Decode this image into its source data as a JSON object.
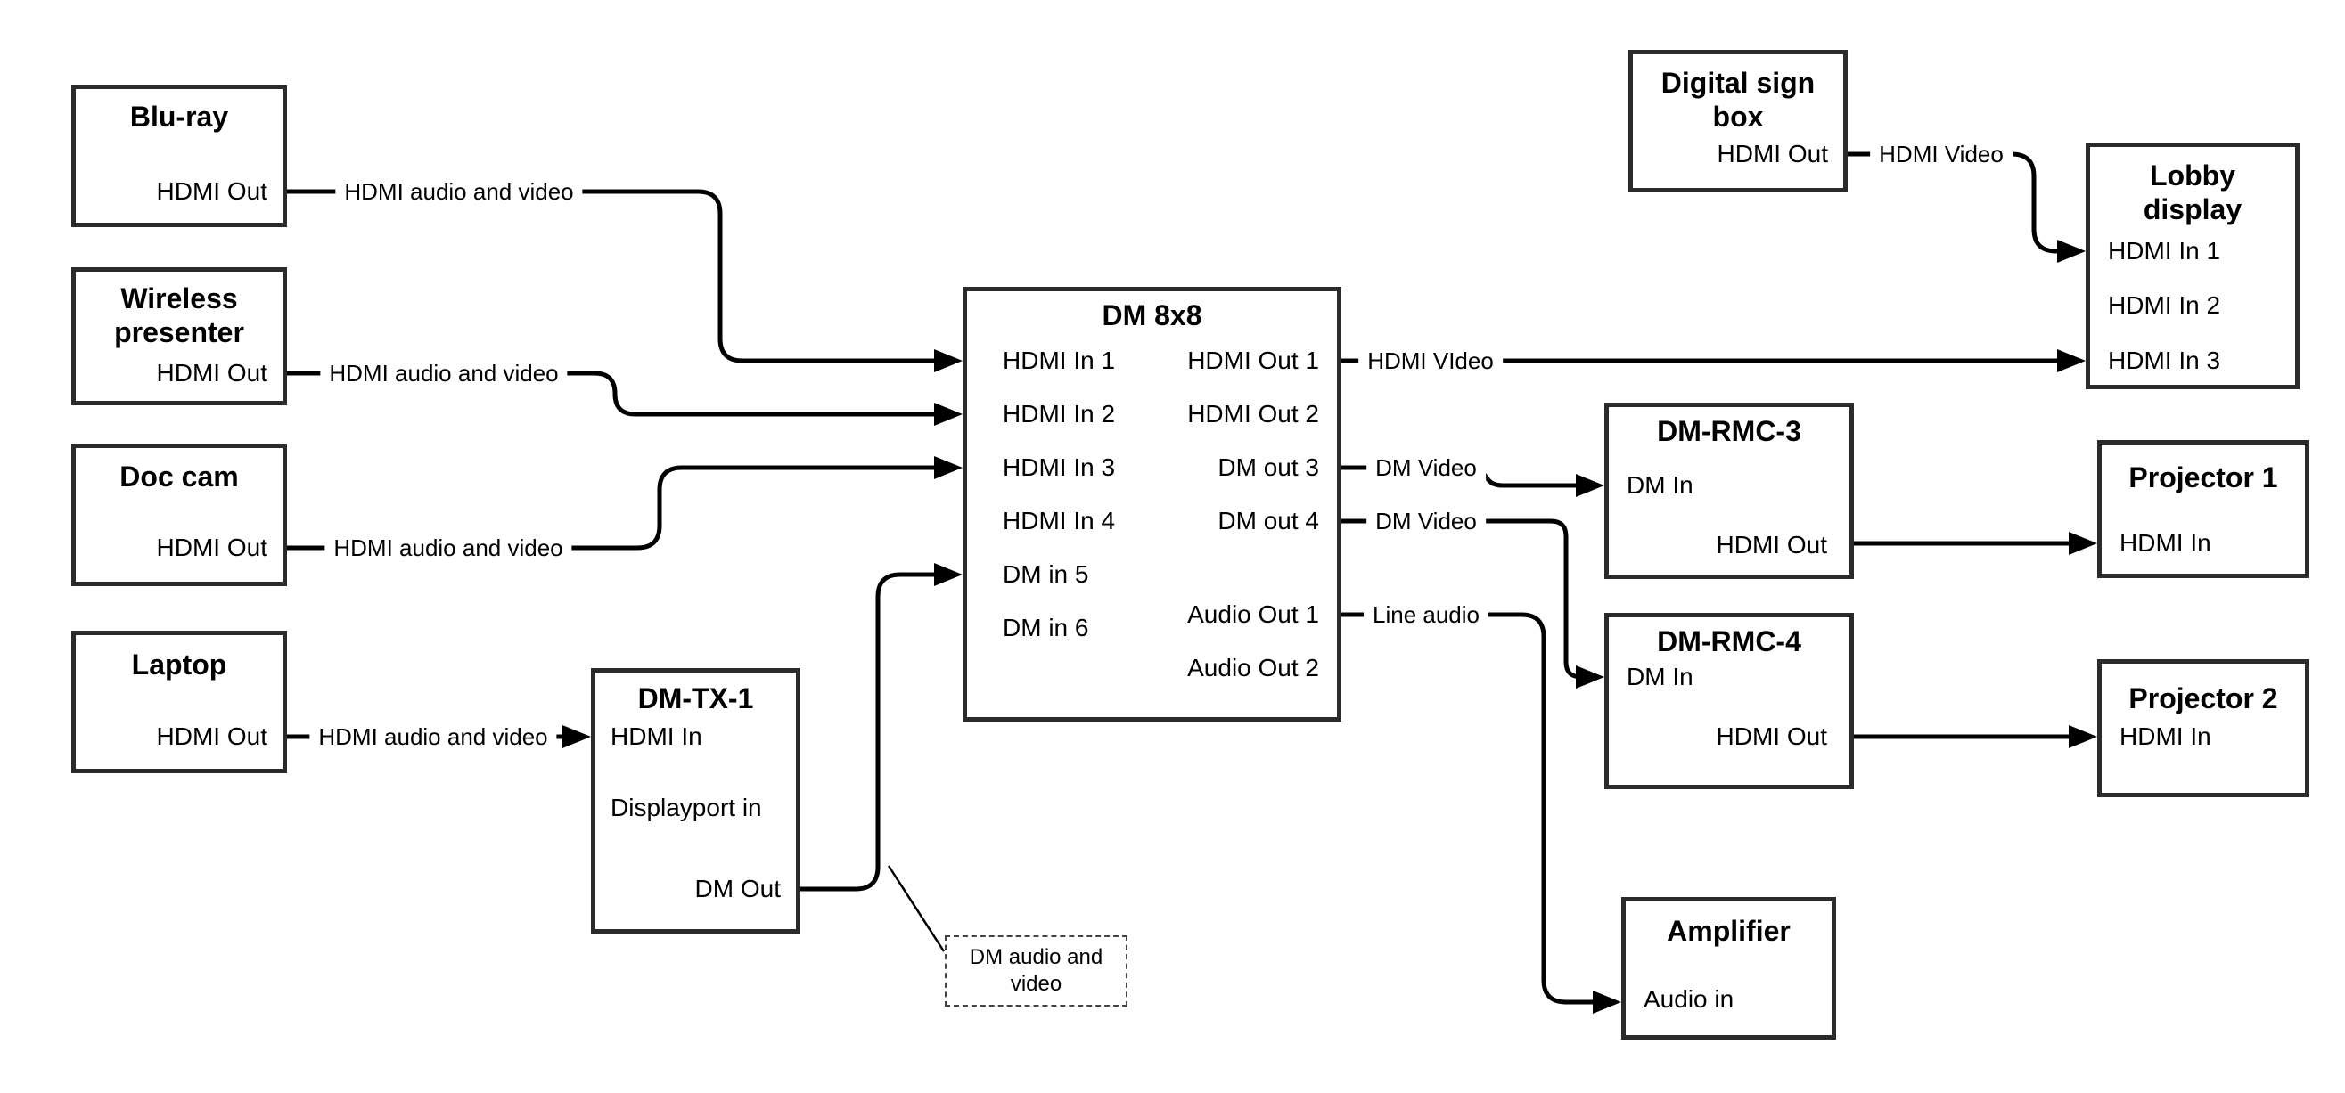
{
  "diagram": {
    "boxes": {
      "blu_ray": {
        "title": "Blu-ray",
        "port_hdmi_out": "HDMI Out"
      },
      "wireless_presenter": {
        "title": "Wireless presenter",
        "port_hdmi_out": "HDMI Out"
      },
      "doc_cam": {
        "title": "Doc cam",
        "port_hdmi_out": "HDMI Out"
      },
      "laptop": {
        "title": "Laptop",
        "port_hdmi_out": "HDMI Out"
      },
      "dm_tx_1": {
        "title": "DM-TX-1",
        "port_hdmi_in": "HDMI In",
        "port_displayport_in": "Displayport in",
        "port_dm_out": "DM Out"
      },
      "dm_8x8": {
        "title": "DM 8x8",
        "port_hdmi_in_1": "HDMI In 1",
        "port_hdmi_in_2": "HDMI In 2",
        "port_hdmi_in_3": "HDMI In 3",
        "port_hdmi_in_4": "HDMI In 4",
        "port_dm_in_5": "DM in 5",
        "port_dm_in_6": "DM in 6",
        "port_hdmi_out_1": "HDMI Out 1",
        "port_hdmi_out_2": "HDMI Out 2",
        "port_dm_out_3": "DM out 3",
        "port_dm_out_4": "DM out 4",
        "port_audio_out_1": "Audio Out 1",
        "port_audio_out_2": "Audio Out 2"
      },
      "digital_sign_box": {
        "title": "Digital sign box",
        "port_hdmi_out": "HDMI Out"
      },
      "lobby_display": {
        "title": "Lobby display",
        "port_hdmi_in_1": "HDMI In 1",
        "port_hdmi_in_2": "HDMI In 2",
        "port_hdmi_in_3": "HDMI In 3"
      },
      "dm_rmc_3": {
        "title": "DM-RMC-3",
        "port_dm_in": "DM In",
        "port_hdmi_out": "HDMI Out"
      },
      "projector_1": {
        "title": "Projector 1",
        "port_hdmi_in": "HDMI In"
      },
      "dm_rmc_4": {
        "title": "DM-RMC-4",
        "port_dm_in": "DM In",
        "port_hdmi_out": "HDMI Out"
      },
      "projector_2": {
        "title": "Projector 2",
        "port_hdmi_in": "HDMI In"
      },
      "amplifier": {
        "title": "Amplifier",
        "port_audio_in": "Audio in"
      }
    },
    "edge_labels": {
      "bluray_to_dm8x8": "HDMI audio and video",
      "wireless_to_dm8x8": "HDMI audio and video",
      "doccam_to_dm8x8": "HDMI audio and video",
      "laptop_to_dmtx1": "HDMI audio and video",
      "dm8x8_to_lobby": "HDMI VIdeo",
      "dm8x8_to_rmc3": "DM Video",
      "dm8x8_to_rmc4": "DM Video",
      "dm8x8_to_amplifier": "Line audio",
      "digitalsign_to_lobby": "HDMI Video"
    },
    "annotations": {
      "dm_audio_video": "DM audio and video"
    },
    "colors": {
      "line": "#000000",
      "box_border": "#2b2b2b",
      "background": "#ffffff"
    }
  }
}
